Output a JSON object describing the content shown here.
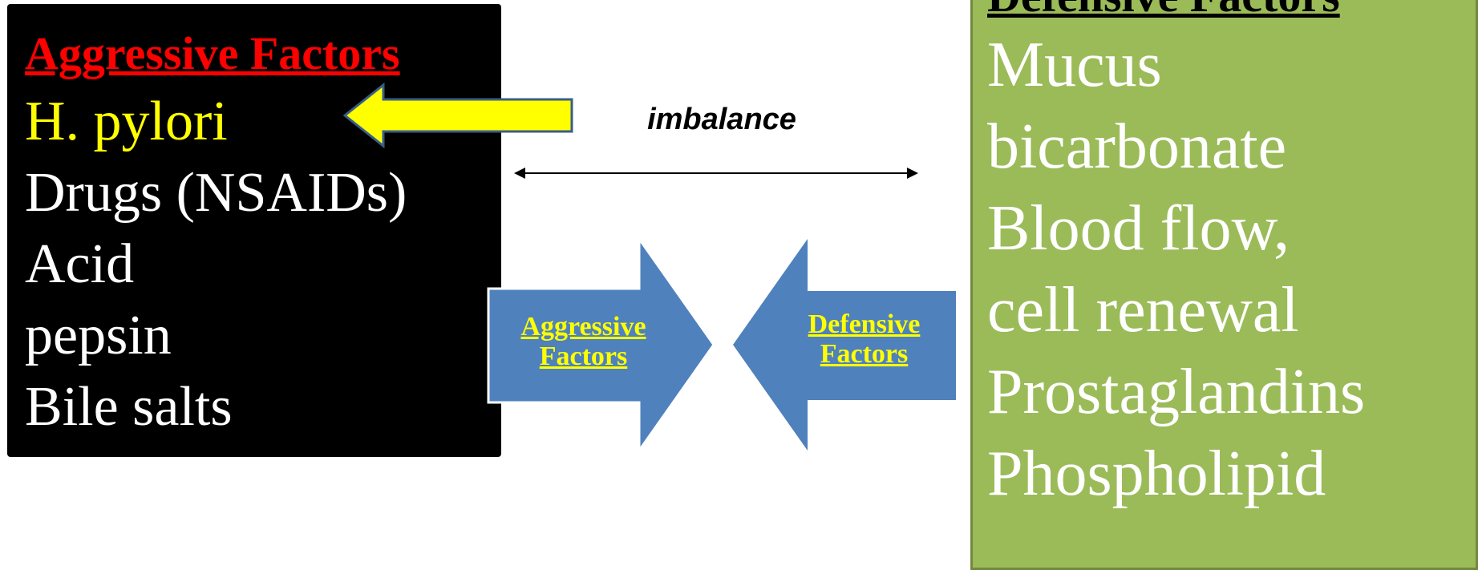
{
  "aggressive": {
    "title": "Aggressive Factors",
    "items": [
      "H. pylori",
      "Drugs (NSAIDs)",
      "Acid",
      "pepsin",
      "Bile salts"
    ]
  },
  "defensive": {
    "title": "Defensive Factors",
    "items": [
      "Mucus",
      "bicarbonate",
      "Blood flow,",
      "cell renewal",
      "Prostaglandins",
      "Phospholipid"
    ]
  },
  "connector": {
    "label": "imbalance"
  },
  "arrows": {
    "left_label_line1": "Aggressive",
    "left_label_line2": "Factors",
    "right_label_line1": "Defensive",
    "right_label_line2": "Factors"
  },
  "colors": {
    "aggressive_bg": "#000000",
    "aggressive_title": "#ff0000",
    "highlight": "#ffff00",
    "defensive_bg": "#9bbb59",
    "arrow_fill": "#4f81bd"
  }
}
